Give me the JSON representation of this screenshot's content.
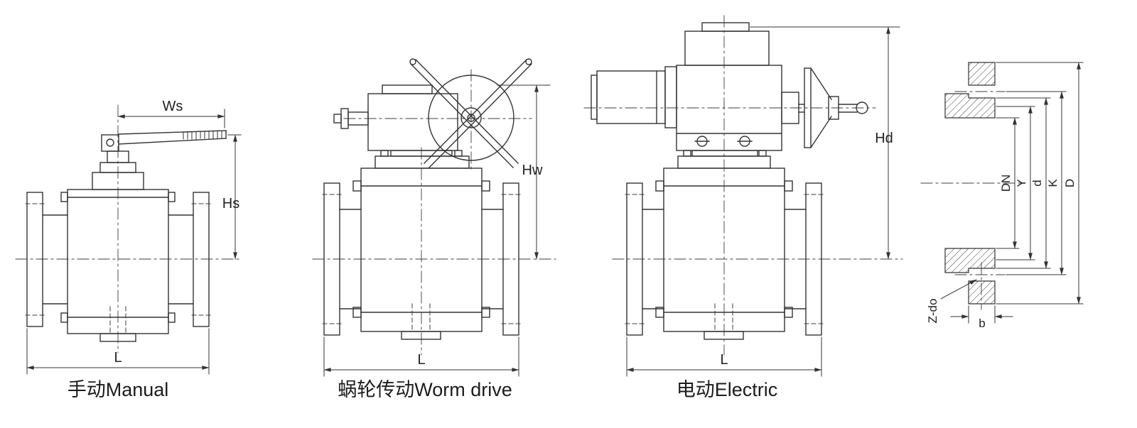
{
  "diagram": {
    "background": "#ffffff",
    "line_color": "#343434",
    "views": {
      "manual": {
        "caption": "手动Manual",
        "dim_ws": "Ws",
        "dim_hs": "Hs",
        "dim_l": "L"
      },
      "worm": {
        "caption": "蜗轮传动Worm drive",
        "dim_hw": "Hw",
        "dim_l": "L"
      },
      "electric": {
        "caption": "电动Electric",
        "dim_hd": "Hd",
        "dim_l": "L"
      },
      "flange": {
        "dim_dn": "DN",
        "dim_y": "Y",
        "dim_d": "d",
        "dim_k": "K",
        "dim_D": "D",
        "dim_zdo": "Z-do",
        "dim_b": "b"
      }
    }
  }
}
